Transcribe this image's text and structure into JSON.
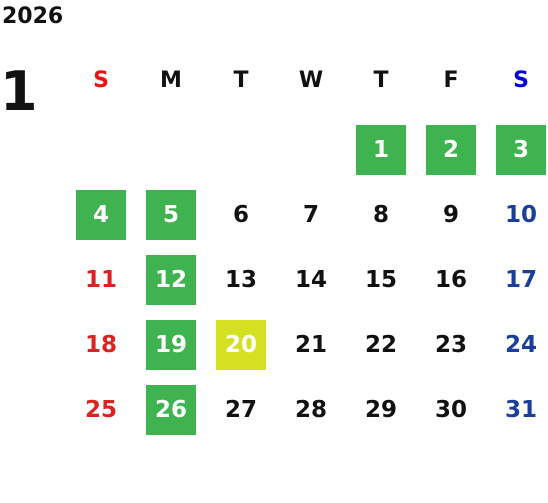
{
  "calendar": {
    "year": "2026",
    "month": "1",
    "weekdays": [
      "S",
      "M",
      "T",
      "W",
      "T",
      "F",
      "S"
    ],
    "first_weekday_index": 4,
    "days_in_month": 31,
    "highlights": {
      "green": [
        1,
        2,
        3,
        4,
        5,
        12,
        19,
        26
      ],
      "yellow": [
        20
      ]
    },
    "colors": {
      "sunday_header": "#ee1111",
      "saturday_header": "#0000dd",
      "sunday_date": "#dd2222",
      "saturday_date": "#1a3f9a",
      "weekday_text": "#111111",
      "green_highlight": "#3fb34f",
      "yellow_highlight": "#d4e021"
    }
  }
}
